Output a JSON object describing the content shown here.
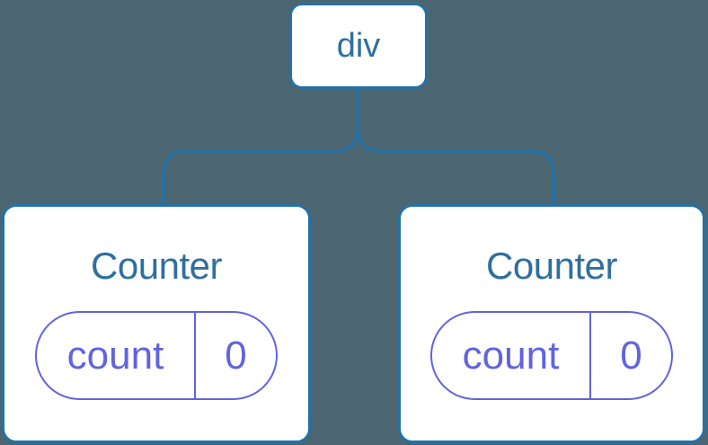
{
  "diagram": {
    "description": "Component tree diagram: a div DOM node with two Counter component children, each holding state count = 0",
    "background_color": "#4c6671",
    "colors": {
      "node_border_blue": "#2371a6",
      "node_text_blue": "#2e6f9f",
      "state_purple": "#6163e0",
      "card_background": "#ffffff"
    },
    "root_node": {
      "label": "div"
    },
    "children": [
      {
        "title": "Counter",
        "state_key": "count",
        "state_value": "0"
      },
      {
        "title": "Counter",
        "state_key": "count",
        "state_value": "0"
      }
    ]
  }
}
